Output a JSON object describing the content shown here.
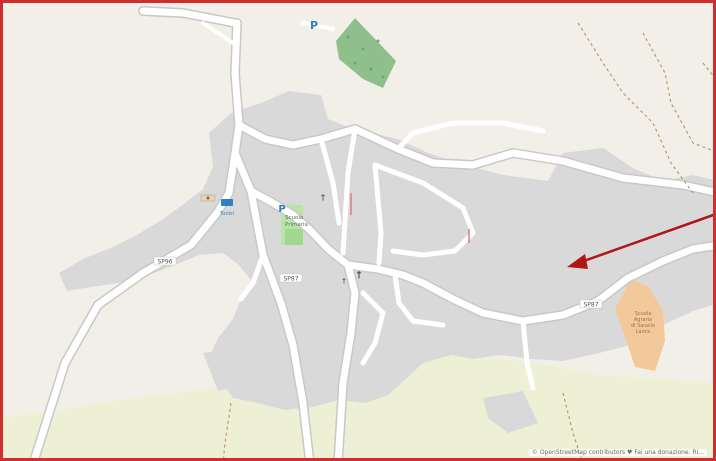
{
  "map": {
    "colors": {
      "land": "#f2efe9",
      "urban": "#d9d9d9",
      "road": "#ffffff",
      "road_casing": "#c8c8c8",
      "park": "#cde6c2",
      "farmland": "#eef0d5",
      "forest": "#8fbf8a",
      "school": "#f3c99c",
      "frame": "#cf2e2e",
      "arrow": "#b01616",
      "parking": "#2f7fc1",
      "boundary": "#b79a6a"
    },
    "labels": {
      "road_sp96": "SP96",
      "road_sp87_center": "SP87",
      "road_sp87_east": "SP87",
      "school_a_line1": "Scuola",
      "school_a_line2": "Primaria",
      "school_b_line1": "Scuola",
      "school_b_line2": "Agraria",
      "school_b_line3": "di Sacello",
      "school_b_line4": "Lamis",
      "poi_line1": "Tunisi"
    },
    "icons": {
      "parking_1": "P",
      "parking_2": "P",
      "church_1": "†",
      "church_2": "†",
      "church_3": "†"
    },
    "attribution": "© OpenStreetMap contributors ♥ Fai una donazione. Ri..."
  }
}
